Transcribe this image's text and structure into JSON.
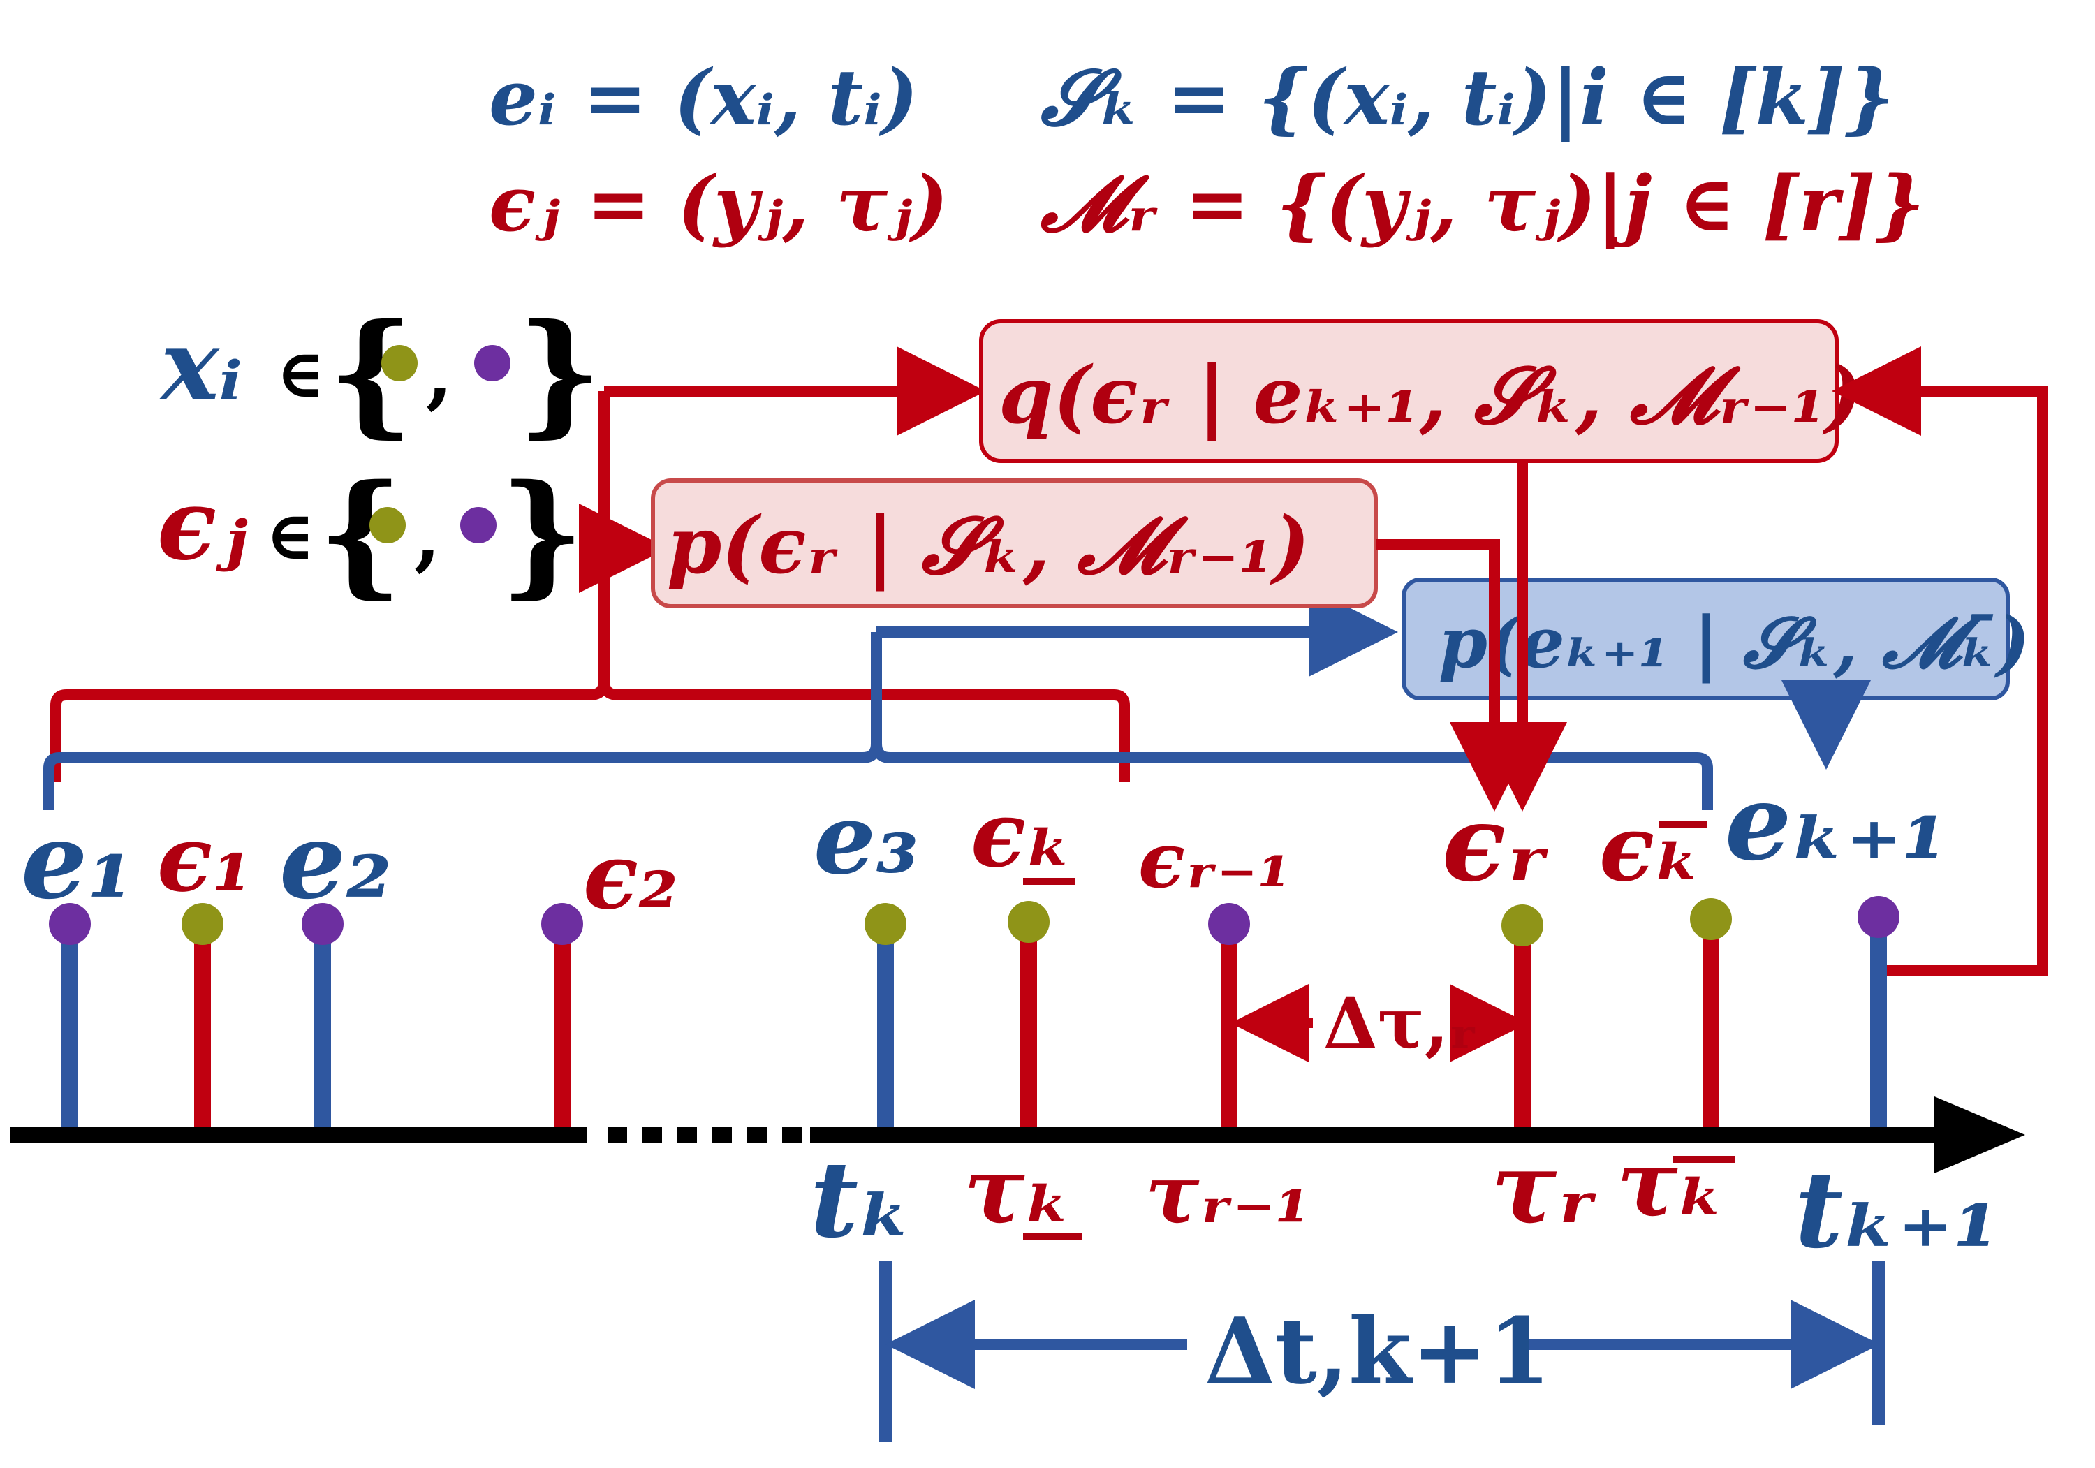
{
  "colors": {
    "blue": "#1f4e8c",
    "blue_line": "#2f57a0",
    "red": "#b00010",
    "red_line": "#c00010",
    "black": "#000000",
    "olive": "#8f9418",
    "purple": "#6d2fa0",
    "q_box_fill": "#f6dcdc",
    "q_box_stroke": "#c00010",
    "p_box_fill": "#f6dcdc",
    "p_box_stroke": "#c84a4a",
    "pe_box_fill": "#b3c6e7",
    "pe_box_stroke": "#2f57a0"
  },
  "definitions": {
    "e_def": "eᵢ = (xᵢ, tᵢ)",
    "eps_def": "ϵⱼ = (yⱼ, τⱼ)",
    "S_def": "𝓢ₖ = {(xᵢ, tᵢ)|i ∈ [k]}",
    "M_def": "𝓜ᵣ = {(yⱼ, τⱼ)|j ∈ [r]}"
  },
  "legend": {
    "x_label": "xᵢ",
    "eps_label": "ϵⱼ",
    "member": "∈",
    "open_brace": "{",
    "close_brace": "}",
    "comma": ","
  },
  "boxes": {
    "q_label": "q(ϵᵣ | eₖ₊₁, 𝓢ₖ, 𝓜ᵣ₋₁)",
    "p_label": "p(ϵᵣ | 𝓢ₖ, 𝓜ᵣ₋₁)",
    "pe_label": "p(eₖ₊₁ | 𝓢ₖ, 𝓜ₖ̄)"
  },
  "events": {
    "e1": "e₁",
    "eps1": "ϵ₁",
    "e2": "e₂",
    "eps2": "ϵ₂",
    "e3": "e₃",
    "eps_k_under": "ϵₖ",
    "eps_r_minus_1": "ϵᵣ₋₁",
    "eps_r": "ϵᵣ",
    "eps_k_bar": "ϵₖ",
    "e_k_plus_1": "eₖ₊₁"
  },
  "axis": {
    "t_k": "tₖ",
    "tau_k_under": "τₖ",
    "tau_r_minus_1": "τᵣ₋₁",
    "tau_r": "τᵣ",
    "tau_k_bar": "τₖ",
    "t_k_plus_1": "tₖ₊₁"
  },
  "intervals": {
    "delta_tau": "Δτ,ᵣ",
    "delta_t": "Δt,k+1"
  }
}
